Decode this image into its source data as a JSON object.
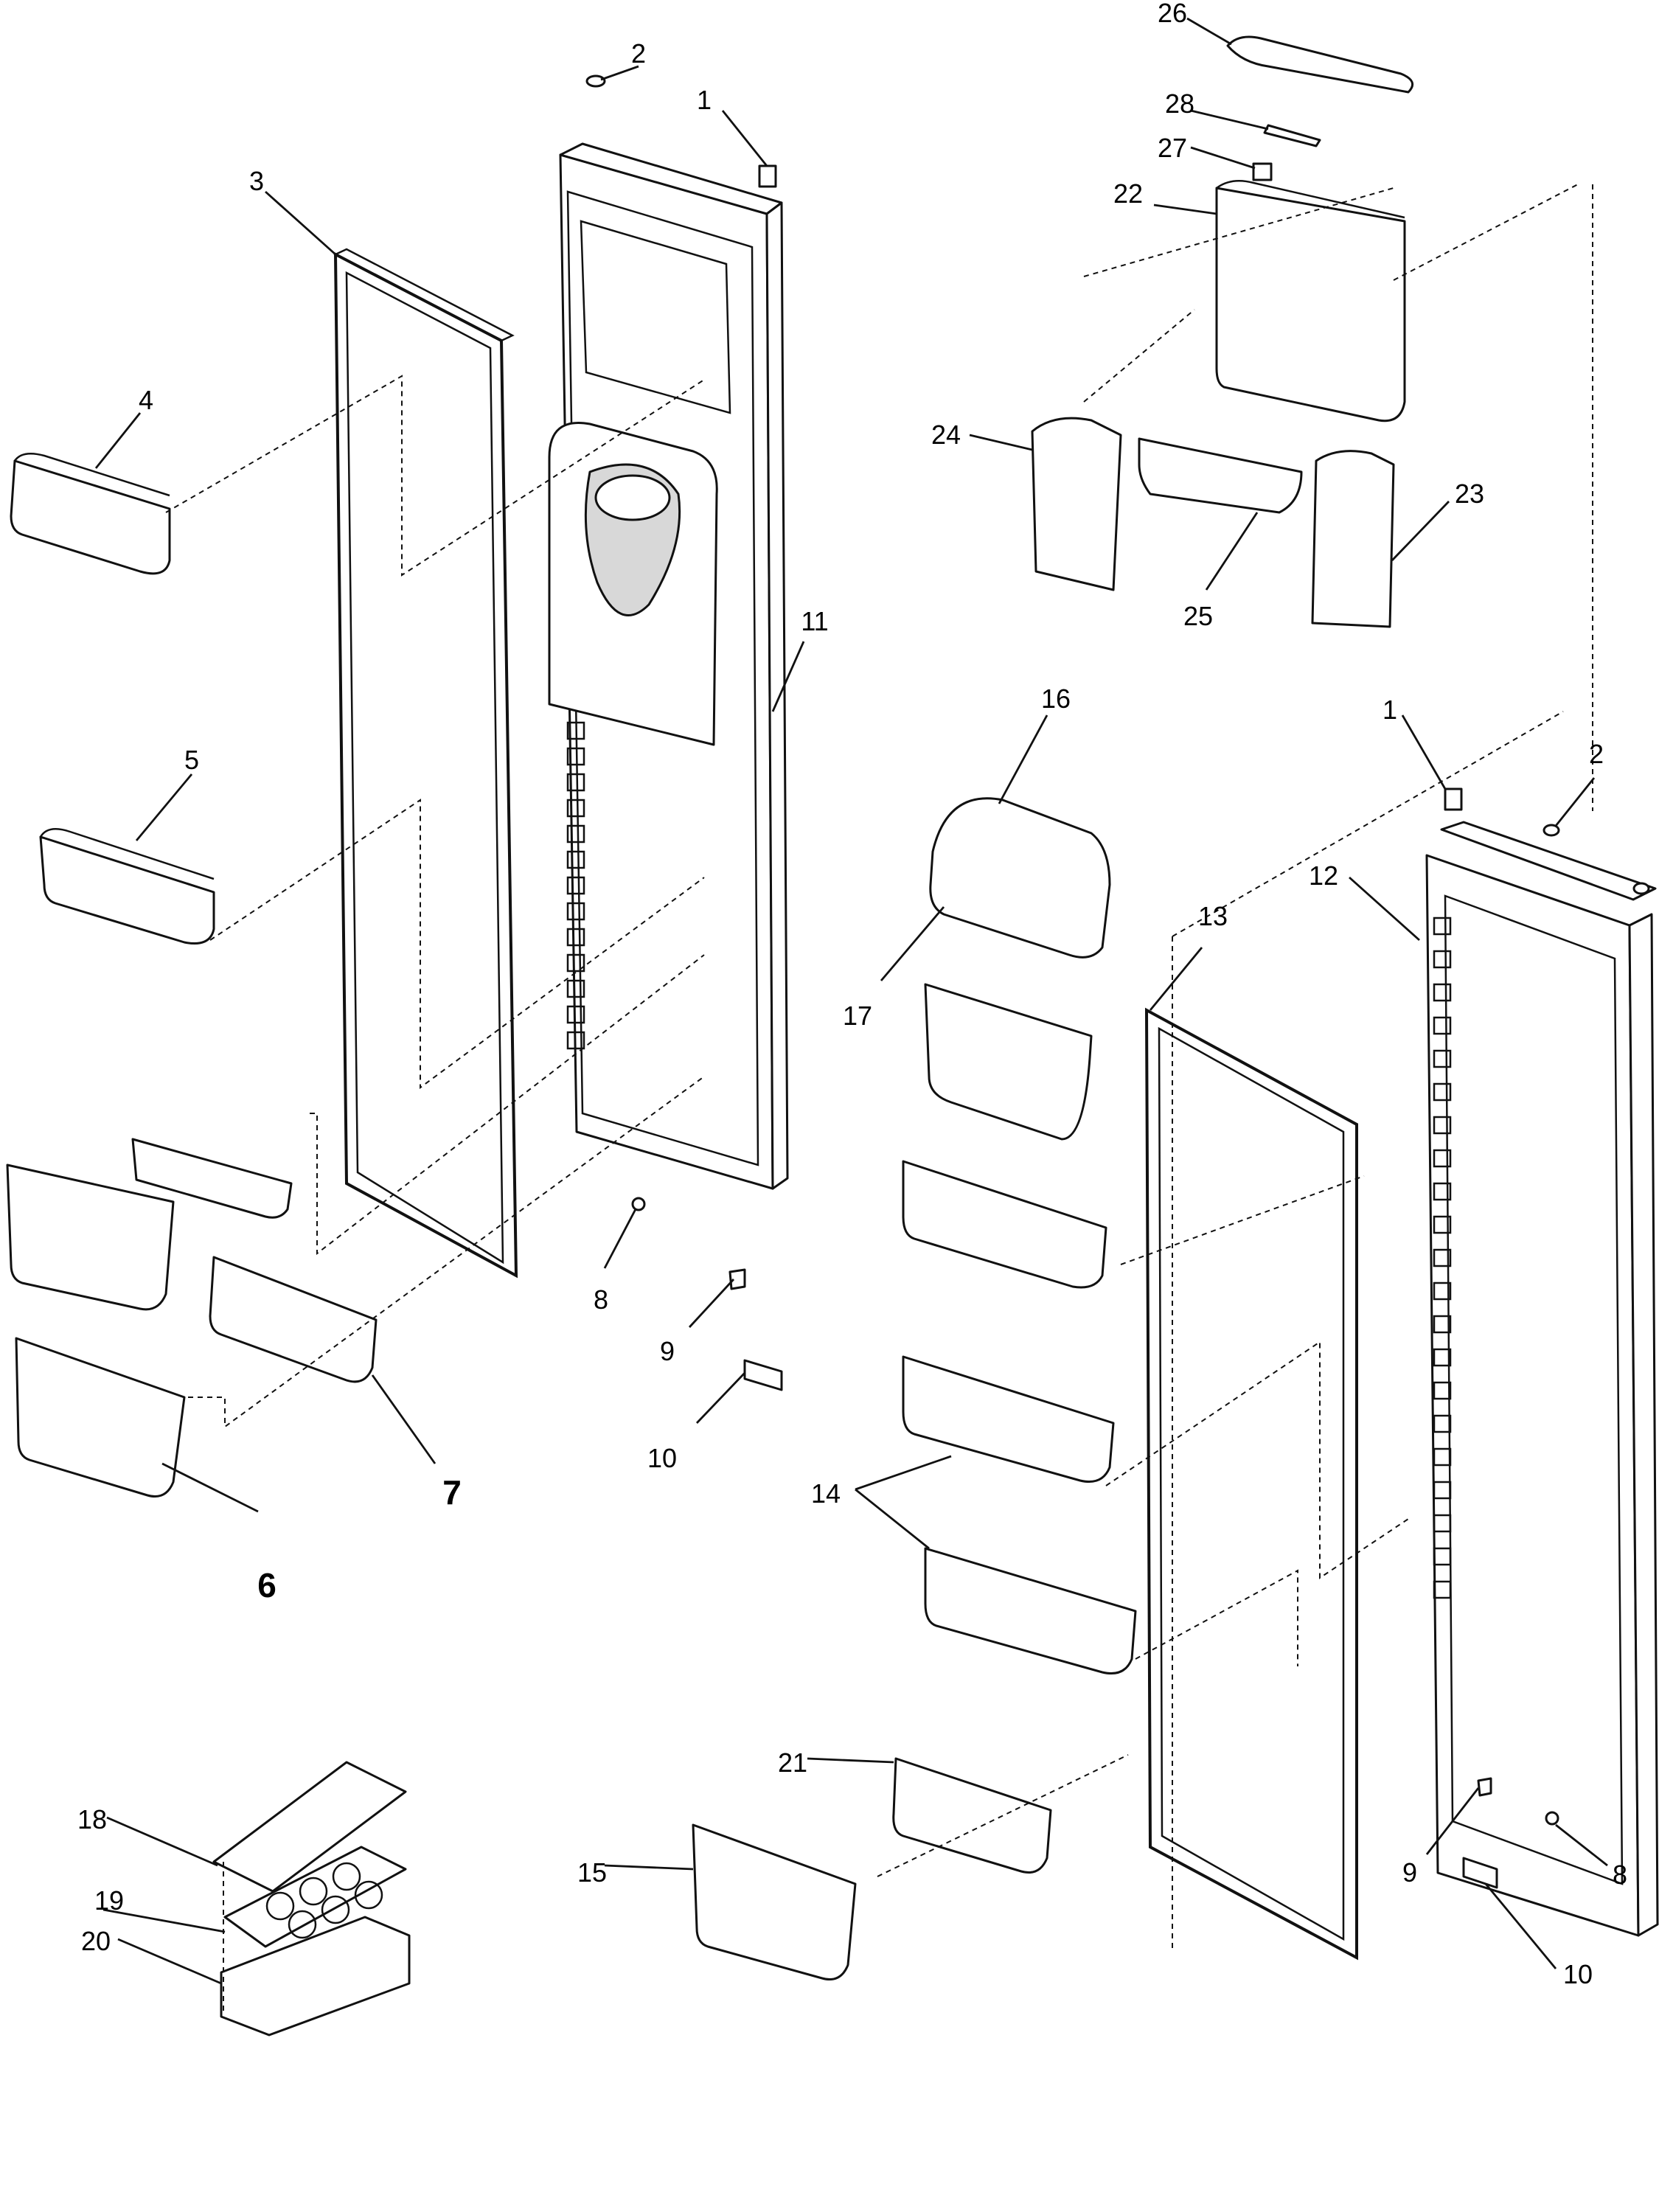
{
  "callouts": [
    {
      "id": "c1a",
      "label": "1"
    },
    {
      "id": "c2a",
      "label": "2"
    },
    {
      "id": "c3",
      "label": "3"
    },
    {
      "id": "c4",
      "label": "4"
    },
    {
      "id": "c5",
      "label": "5"
    },
    {
      "id": "c6",
      "label": "6"
    },
    {
      "id": "c7",
      "label": "7"
    },
    {
      "id": "c8a",
      "label": "8"
    },
    {
      "id": "c9a",
      "label": "9"
    },
    {
      "id": "c10a",
      "label": "10"
    },
    {
      "id": "c11",
      "label": "11"
    },
    {
      "id": "c12",
      "label": "12"
    },
    {
      "id": "c13",
      "label": "13"
    },
    {
      "id": "c14",
      "label": "14"
    },
    {
      "id": "c15",
      "label": "15"
    },
    {
      "id": "c16",
      "label": "16"
    },
    {
      "id": "c17",
      "label": "17"
    },
    {
      "id": "c18",
      "label": "18"
    },
    {
      "id": "c19",
      "label": "19"
    },
    {
      "id": "c20",
      "label": "20"
    },
    {
      "id": "c21",
      "label": "21"
    },
    {
      "id": "c22",
      "label": "22"
    },
    {
      "id": "c23",
      "label": "23"
    },
    {
      "id": "c24",
      "label": "24"
    },
    {
      "id": "c25",
      "label": "25"
    },
    {
      "id": "c26",
      "label": "26"
    },
    {
      "id": "c27",
      "label": "27"
    },
    {
      "id": "c28",
      "label": "28"
    },
    {
      "id": "c1b",
      "label": "1"
    },
    {
      "id": "c2b",
      "label": "2"
    },
    {
      "id": "c8b",
      "label": "8"
    },
    {
      "id": "c9b",
      "label": "9"
    },
    {
      "id": "c10b",
      "label": "10"
    }
  ]
}
